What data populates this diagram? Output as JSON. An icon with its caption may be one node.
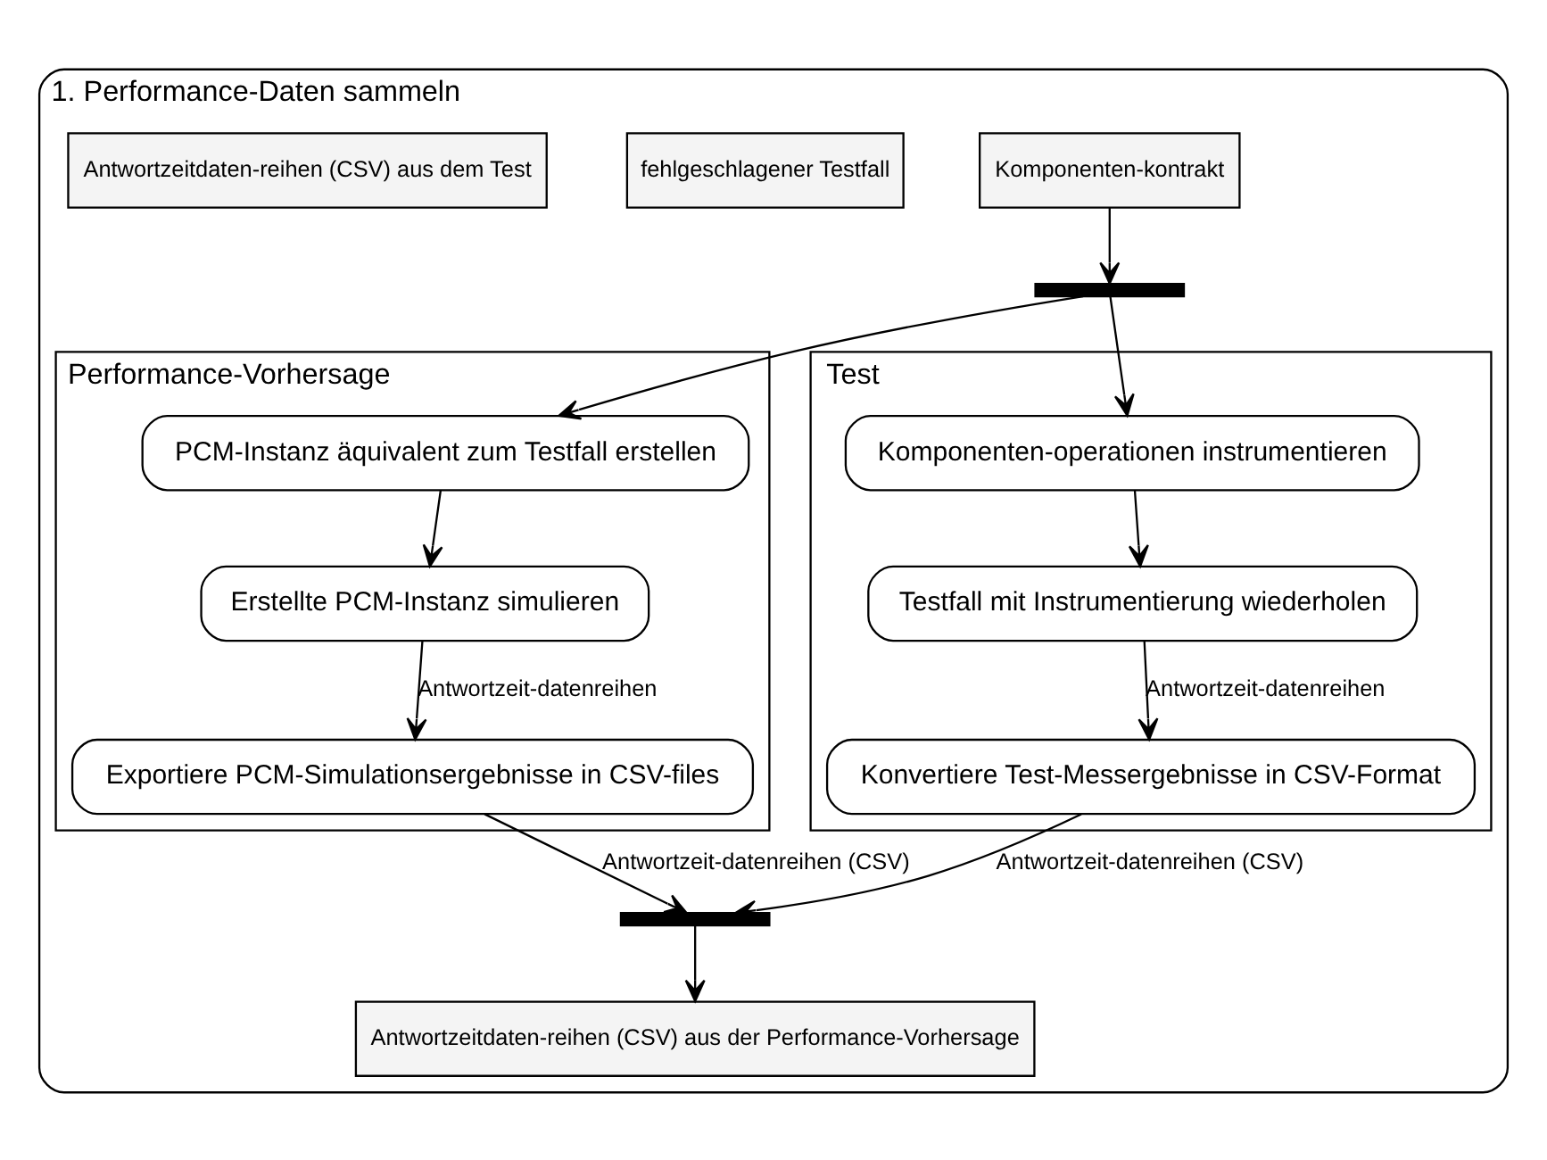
{
  "diagram": {
    "nodes": [
      {
        "text": [
          "1. Performance-Daten sammeln"
        ]
      },
      {
        "text": [
          "Komponenten-kontrakt"
        ],
        "in": 0
      },
      {
        "text": [
          "fehlgeschlagener Testfall"
        ],
        "in": 0
      },
      {
        "text": [],
        "shape": "bar",
        "in": 0
      },
      {
        "text": [
          "Performance-Vorhersage"
        ],
        "in": 0
      },
      {
        "text": [
          "Test"
        ],
        "in": 0
      },
      {
        "text": [
          "PCM-Instanz äquivalent zum Testfall erstellen"
        ],
        "in": 4
      },
      {
        "text": [
          "Erstellte PCM-Instanz simulieren"
        ],
        "in": 4
      },
      {
        "text": [
          "Exportiere PCM-Simulationsergebnisse in CSV-files"
        ],
        "in": 4
      },
      {
        "text": [
          "Komponenten-operationen instrumentieren"
        ],
        "in": 5
      },
      {
        "text": [
          "Testfall mit Instrumentierung wiederholen"
        ],
        "in": 5
      },
      {
        "text": [
          "Konvertiere Test-Messergebnisse in CSV-Format"
        ],
        "in": 5
      },
      {
        "text": [],
        "shape": "bar",
        "in": 0
      },
      {
        "text": [
          "Antwortzeitdaten-reihen (CSV) aus dem Test"
        ],
        "in": 0
      },
      {
        "text": [
          "Antwortzeitdaten-reihen (CSV) aus der Performance-Vorhersage"
        ],
        "in": 0
      }
    ],
    "edges": [
      {
        "from": 1,
        "to": 3,
        "arrow": "to"
      },
      {
        "from": 3,
        "to": 6,
        "arrow": "to"
      },
      {
        "from": 3,
        "to": 9,
        "arrow": "to"
      },
      {
        "from": 6,
        "to": 7,
        "arrow": "to"
      },
      {
        "from": 7,
        "to": 8,
        "arrow": "to",
        "label": "Antwortzeit-datenreihen"
      },
      {
        "from": 9,
        "to": 10,
        "arrow": "to"
      },
      {
        "from": 10,
        "to": 11,
        "arrow": "to",
        "label": "Antwortzeit-datenreihen"
      },
      {
        "from": 8,
        "to": 12,
        "arrow": "to",
        "label": "Antwortzeit-datenreihen (CSV)"
      },
      {
        "from": 11,
        "to": 12,
        "arrow": "to",
        "label": "Antwortzeit-datenreihen (CSV)"
      },
      {
        "from": 12,
        "to": 14,
        "arrow": "to"
      }
    ]
  }
}
